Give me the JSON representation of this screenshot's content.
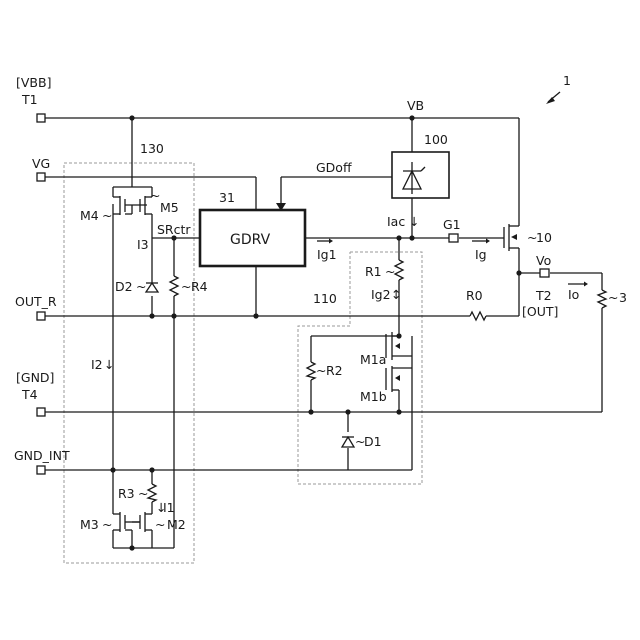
{
  "figure_number": "1",
  "terminals": {
    "vbb_bracket": "[VBB]",
    "t1": "T1",
    "vg": "VG",
    "out_r": "OUT_R",
    "gnd_bracket": "[GND]",
    "t4": "T4",
    "gnd_int": "GND_INT",
    "vo": "Vo",
    "t2": "T2",
    "out_bracket": "[OUT]"
  },
  "blocks": {
    "b130": "130",
    "b31": "31",
    "gdrv": "GDRV",
    "b100": "100",
    "b110": "110"
  },
  "nodes": {
    "vb": "VB",
    "gdoff": "GDoff",
    "srctr": "SRctr",
    "g1": "G1"
  },
  "components": {
    "m4": "M4",
    "m5": "M5",
    "i3": "I3",
    "d2": "D2",
    "r4": "R4",
    "i2": "I2",
    "r3": "R3",
    "i1": "I1",
    "m3": "M3",
    "m2": "M2",
    "r1": "R1",
    "ig2": "Ig2",
    "r2": "R2",
    "m1a": "M1a",
    "m1b": "M1b",
    "d1": "D1",
    "iac": "Iac",
    "ig1": "Ig1",
    "ig": "Ig",
    "r0": "R0",
    "io": "Io",
    "t10": "10",
    "load3": "3"
  }
}
